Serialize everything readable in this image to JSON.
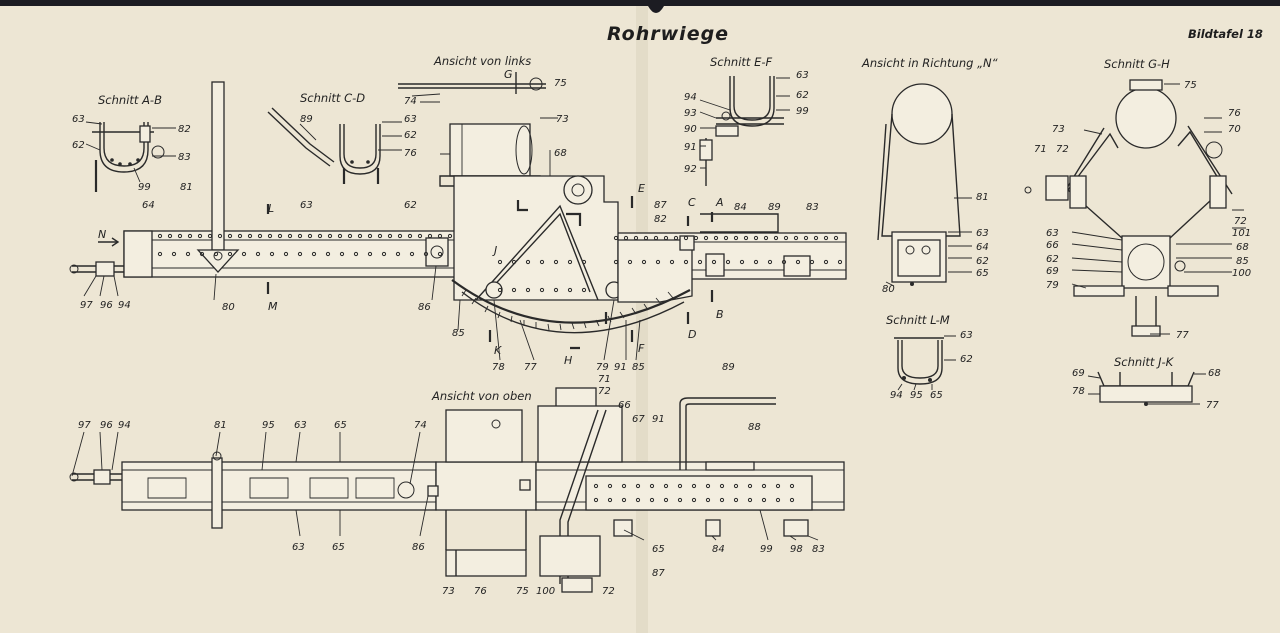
{
  "title": "Rohrwiege",
  "plate": "Bildtafel 18",
  "views": {
    "schnitt_ab": "Schnitt A-B",
    "schnitt_cd": "Schnitt C-D",
    "links": "Ansicht von links",
    "schnitt_ef": "Schnitt E-F",
    "richtung_n": "Ansicht in Richtung „N“",
    "schnitt_gh": "Schnitt G-H",
    "schnitt_lm": "Schnitt L-M",
    "schnitt_jk": "Schnitt J-K",
    "oben": "Ansicht von oben"
  },
  "letters": {
    "N": "N",
    "L": "L",
    "M": "M",
    "E": "E",
    "C": "C",
    "A": "A",
    "B": "B",
    "D": "D",
    "K": "K",
    "H": "H",
    "F": "F",
    "G": "G",
    "J": "J"
  },
  "labels": [
    {
      "t": "63"
    },
    {
      "t": "62"
    },
    {
      "t": "82"
    },
    {
      "t": "83"
    },
    {
      "t": "99"
    },
    {
      "t": "89"
    },
    {
      "t": "63"
    },
    {
      "t": "62"
    },
    {
      "t": "76"
    },
    {
      "t": "74"
    },
    {
      "t": "75"
    },
    {
      "t": "73"
    },
    {
      "t": "68"
    },
    {
      "t": "94"
    },
    {
      "t": "93"
    },
    {
      "t": "90"
    },
    {
      "t": "91"
    },
    {
      "t": "92"
    },
    {
      "t": "63"
    },
    {
      "t": "62"
    },
    {
      "t": "99"
    },
    {
      "t": "81"
    },
    {
      "t": "64"
    },
    {
      "t": "63"
    },
    {
      "t": "62"
    },
    {
      "t": "87"
    },
    {
      "t": "82"
    },
    {
      "t": "84"
    },
    {
      "t": "89"
    },
    {
      "t": "83"
    },
    {
      "t": "97"
    },
    {
      "t": "96"
    },
    {
      "t": "94"
    },
    {
      "t": "80"
    },
    {
      "t": "86"
    },
    {
      "t": "85"
    },
    {
      "t": "78"
    },
    {
      "t": "77"
    },
    {
      "t": "79"
    },
    {
      "t": "91"
    },
    {
      "t": "85"
    },
    {
      "t": "81"
    },
    {
      "t": "63"
    },
    {
      "t": "64"
    },
    {
      "t": "62"
    },
    {
      "t": "65"
    },
    {
      "t": "80"
    },
    {
      "t": "63"
    },
    {
      "t": "62"
    },
    {
      "t": "94"
    },
    {
      "t": "95"
    },
    {
      "t": "65"
    },
    {
      "t": "75"
    },
    {
      "t": "76"
    },
    {
      "t": "70"
    },
    {
      "t": "73"
    },
    {
      "t": "71"
    },
    {
      "t": "72"
    },
    {
      "t": "72"
    },
    {
      "t": "101"
    },
    {
      "t": "63"
    },
    {
      "t": "66"
    },
    {
      "t": "62"
    },
    {
      "t": "69"
    },
    {
      "t": "79"
    },
    {
      "t": "68"
    },
    {
      "t": "85"
    },
    {
      "t": "100"
    },
    {
      "t": "77"
    },
    {
      "t": "69"
    },
    {
      "t": "78"
    },
    {
      "t": "68"
    },
    {
      "t": "77"
    },
    {
      "t": "89"
    },
    {
      "t": "71"
    },
    {
      "t": "72"
    },
    {
      "t": "66"
    },
    {
      "t": "67"
    },
    {
      "t": "91"
    },
    {
      "t": "88"
    },
    {
      "t": "97"
    },
    {
      "t": "96"
    },
    {
      "t": "94"
    },
    {
      "t": "81"
    },
    {
      "t": "95"
    },
    {
      "t": "63"
    },
    {
      "t": "65"
    },
    {
      "t": "74"
    },
    {
      "t": "63"
    },
    {
      "t": "65"
    },
    {
      "t": "86"
    },
    {
      "t": "65"
    },
    {
      "t": "87"
    },
    {
      "t": "84"
    },
    {
      "t": "99"
    },
    {
      "t": "98"
    },
    {
      "t": "83"
    },
    {
      "t": "73"
    },
    {
      "t": "76"
    },
    {
      "t": "75"
    },
    {
      "t": "100"
    },
    {
      "t": "72"
    }
  ]
}
